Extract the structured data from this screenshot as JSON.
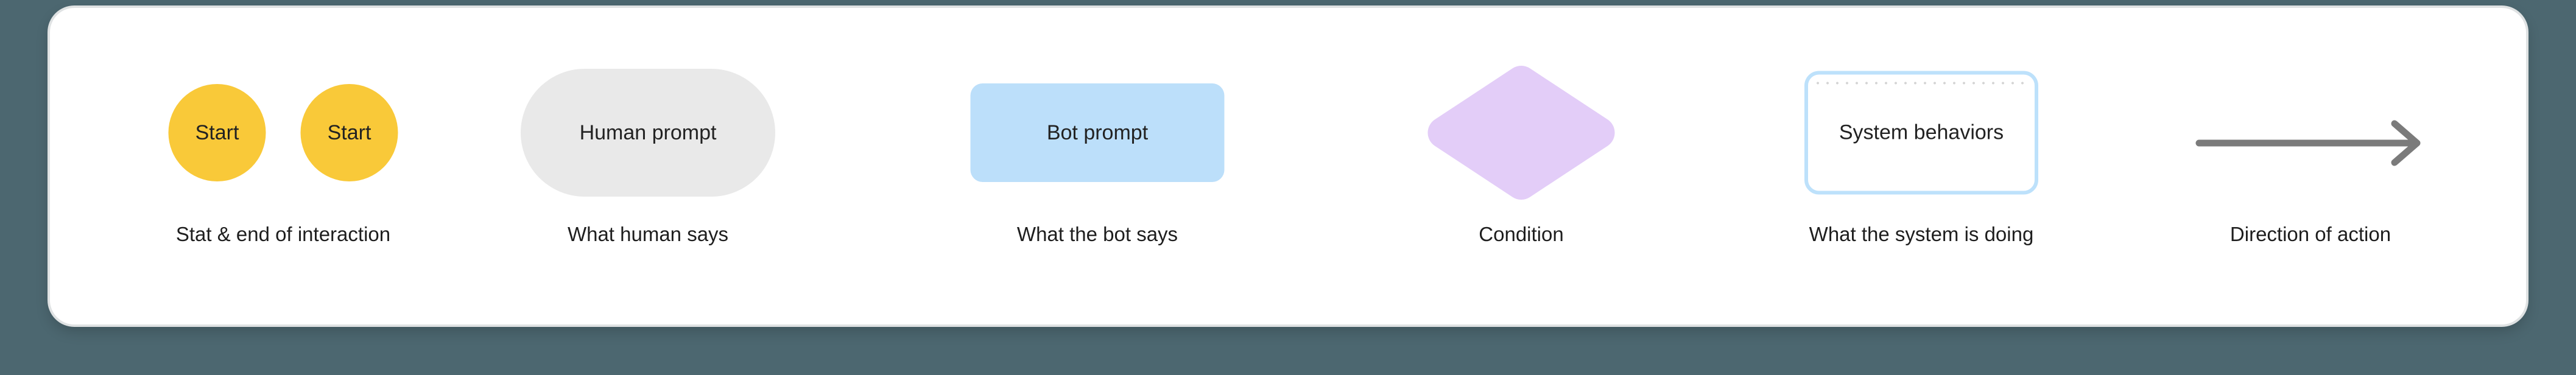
{
  "page": {
    "background_color": "#4C6770",
    "card_background": "#FFFFFF",
    "text_color": "#1E1E1E"
  },
  "legend": {
    "items": [
      {
        "id": "start-end",
        "shape": "circle-pair",
        "label_a": "Start",
        "label_b": "Start",
        "fill": "#F9C939",
        "caption": "Stat & end of interaction"
      },
      {
        "id": "human-prompt",
        "shape": "pill",
        "label": "Human prompt",
        "fill": "#E9E9E9",
        "caption": "What human says"
      },
      {
        "id": "bot-prompt",
        "shape": "rounded-rect",
        "label": "Bot prompt",
        "fill": "#BCDFFA",
        "caption": "What the bot says"
      },
      {
        "id": "condition",
        "shape": "diamond",
        "fill": "#E3CDF8",
        "caption": "Condition"
      },
      {
        "id": "system-behaviors",
        "shape": "outlined-rect",
        "label": "System behaviors",
        "fill": "#FFFFFF",
        "border": "#BDE1FB",
        "caption": "What the system is doing"
      },
      {
        "id": "direction-of-action",
        "shape": "arrow",
        "stroke": "#7B7B7B",
        "caption": "Direction of action"
      }
    ]
  }
}
